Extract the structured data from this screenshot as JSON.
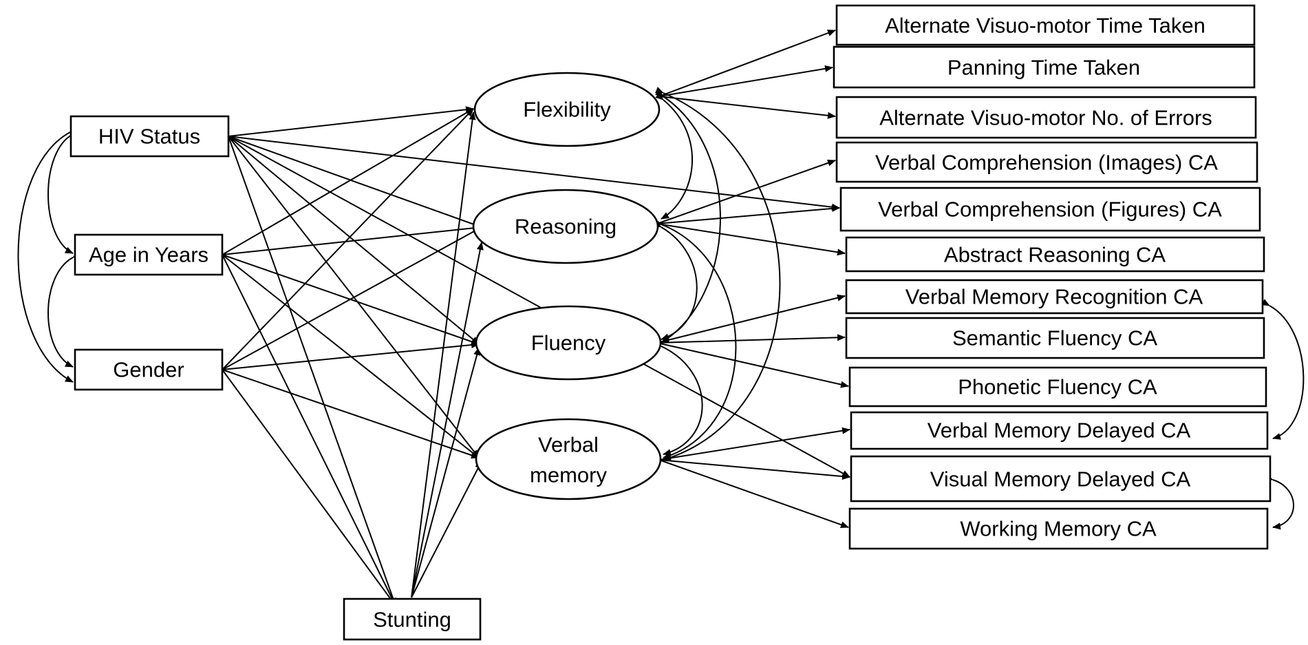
{
  "observed_predictors": [
    {
      "id": "hiv",
      "label": "HIV Status"
    },
    {
      "id": "age",
      "label": "Age in Years"
    },
    {
      "id": "gender",
      "label": "Gender"
    },
    {
      "id": "stunting",
      "label": "Stunting"
    }
  ],
  "latent_factors": [
    {
      "id": "flex",
      "label": "Flexibility"
    },
    {
      "id": "reas",
      "label": "Reasoning"
    },
    {
      "id": "flu",
      "label": "Fluency"
    },
    {
      "id": "vm",
      "label": "Verbal memory",
      "lines": [
        "Verbal",
        "memory"
      ]
    }
  ],
  "indicators": [
    {
      "id": "i1",
      "label": "Alternate Visuo-motor Time Taken"
    },
    {
      "id": "i2",
      "label": "Panning Time Taken"
    },
    {
      "id": "i3",
      "label": "Alternate Visuo-motor No. of Errors"
    },
    {
      "id": "i4",
      "label": "Verbal Comprehension (Images) CA"
    },
    {
      "id": "i5",
      "label": "Verbal Comprehension (Figures) CA"
    },
    {
      "id": "i6",
      "label": "Abstract Reasoning CA"
    },
    {
      "id": "i7",
      "label": "Verbal Memory Recognition CA"
    },
    {
      "id": "i8",
      "label": "Semantic Fluency CA"
    },
    {
      "id": "i9",
      "label": "Phonetic Fluency CA"
    },
    {
      "id": "i10",
      "label": "Verbal Memory Delayed CA"
    },
    {
      "id": "i11",
      "label": "Visual Memory Delayed CA"
    },
    {
      "id": "i12",
      "label": "Working Memory CA"
    }
  ],
  "paths": [
    {
      "from": "hiv",
      "to": "flex"
    },
    {
      "from": "hiv",
      "to": "reas"
    },
    {
      "from": "hiv",
      "to": "flu"
    },
    {
      "from": "hiv",
      "to": "vm"
    },
    {
      "from": "hiv",
      "to": "stunting"
    },
    {
      "from": "hiv",
      "to": "i5"
    },
    {
      "from": "hiv",
      "to": "i11"
    },
    {
      "from": "age",
      "to": "flex"
    },
    {
      "from": "age",
      "to": "reas"
    },
    {
      "from": "age",
      "to": "flu"
    },
    {
      "from": "age",
      "to": "vm"
    },
    {
      "from": "age",
      "to": "stunting"
    },
    {
      "from": "gender",
      "to": "flex"
    },
    {
      "from": "gender",
      "to": "reas"
    },
    {
      "from": "gender",
      "to": "flu"
    },
    {
      "from": "gender",
      "to": "vm"
    },
    {
      "from": "gender",
      "to": "stunting"
    },
    {
      "from": "stunting",
      "to": "flex"
    },
    {
      "from": "stunting",
      "to": "reas"
    },
    {
      "from": "stunting",
      "to": "flu"
    },
    {
      "from": "stunting",
      "to": "vm"
    }
  ],
  "loadings": [
    {
      "from": "flex",
      "to": "i1"
    },
    {
      "from": "flex",
      "to": "i2"
    },
    {
      "from": "flex",
      "to": "i3"
    },
    {
      "from": "reas",
      "to": "i4"
    },
    {
      "from": "reas",
      "to": "i5"
    },
    {
      "from": "reas",
      "to": "i6"
    },
    {
      "from": "flu",
      "to": "i7"
    },
    {
      "from": "flu",
      "to": "i8"
    },
    {
      "from": "flu",
      "to": "i9"
    },
    {
      "from": "vm",
      "to": "i10"
    },
    {
      "from": "vm",
      "to": "i11"
    },
    {
      "from": "vm",
      "to": "i12"
    }
  ],
  "covariances": [
    {
      "a": "hiv",
      "b": "age"
    },
    {
      "a": "age",
      "b": "gender"
    },
    {
      "a": "hiv",
      "b": "gender"
    },
    {
      "a": "flex",
      "b": "reas"
    },
    {
      "a": "flex",
      "b": "flu"
    },
    {
      "a": "flex",
      "b": "vm"
    },
    {
      "a": "reas",
      "b": "flu"
    },
    {
      "a": "reas",
      "b": "vm"
    },
    {
      "a": "flu",
      "b": "vm"
    },
    {
      "a": "i7",
      "b": "i10"
    },
    {
      "a": "i11",
      "b": "i12"
    }
  ]
}
